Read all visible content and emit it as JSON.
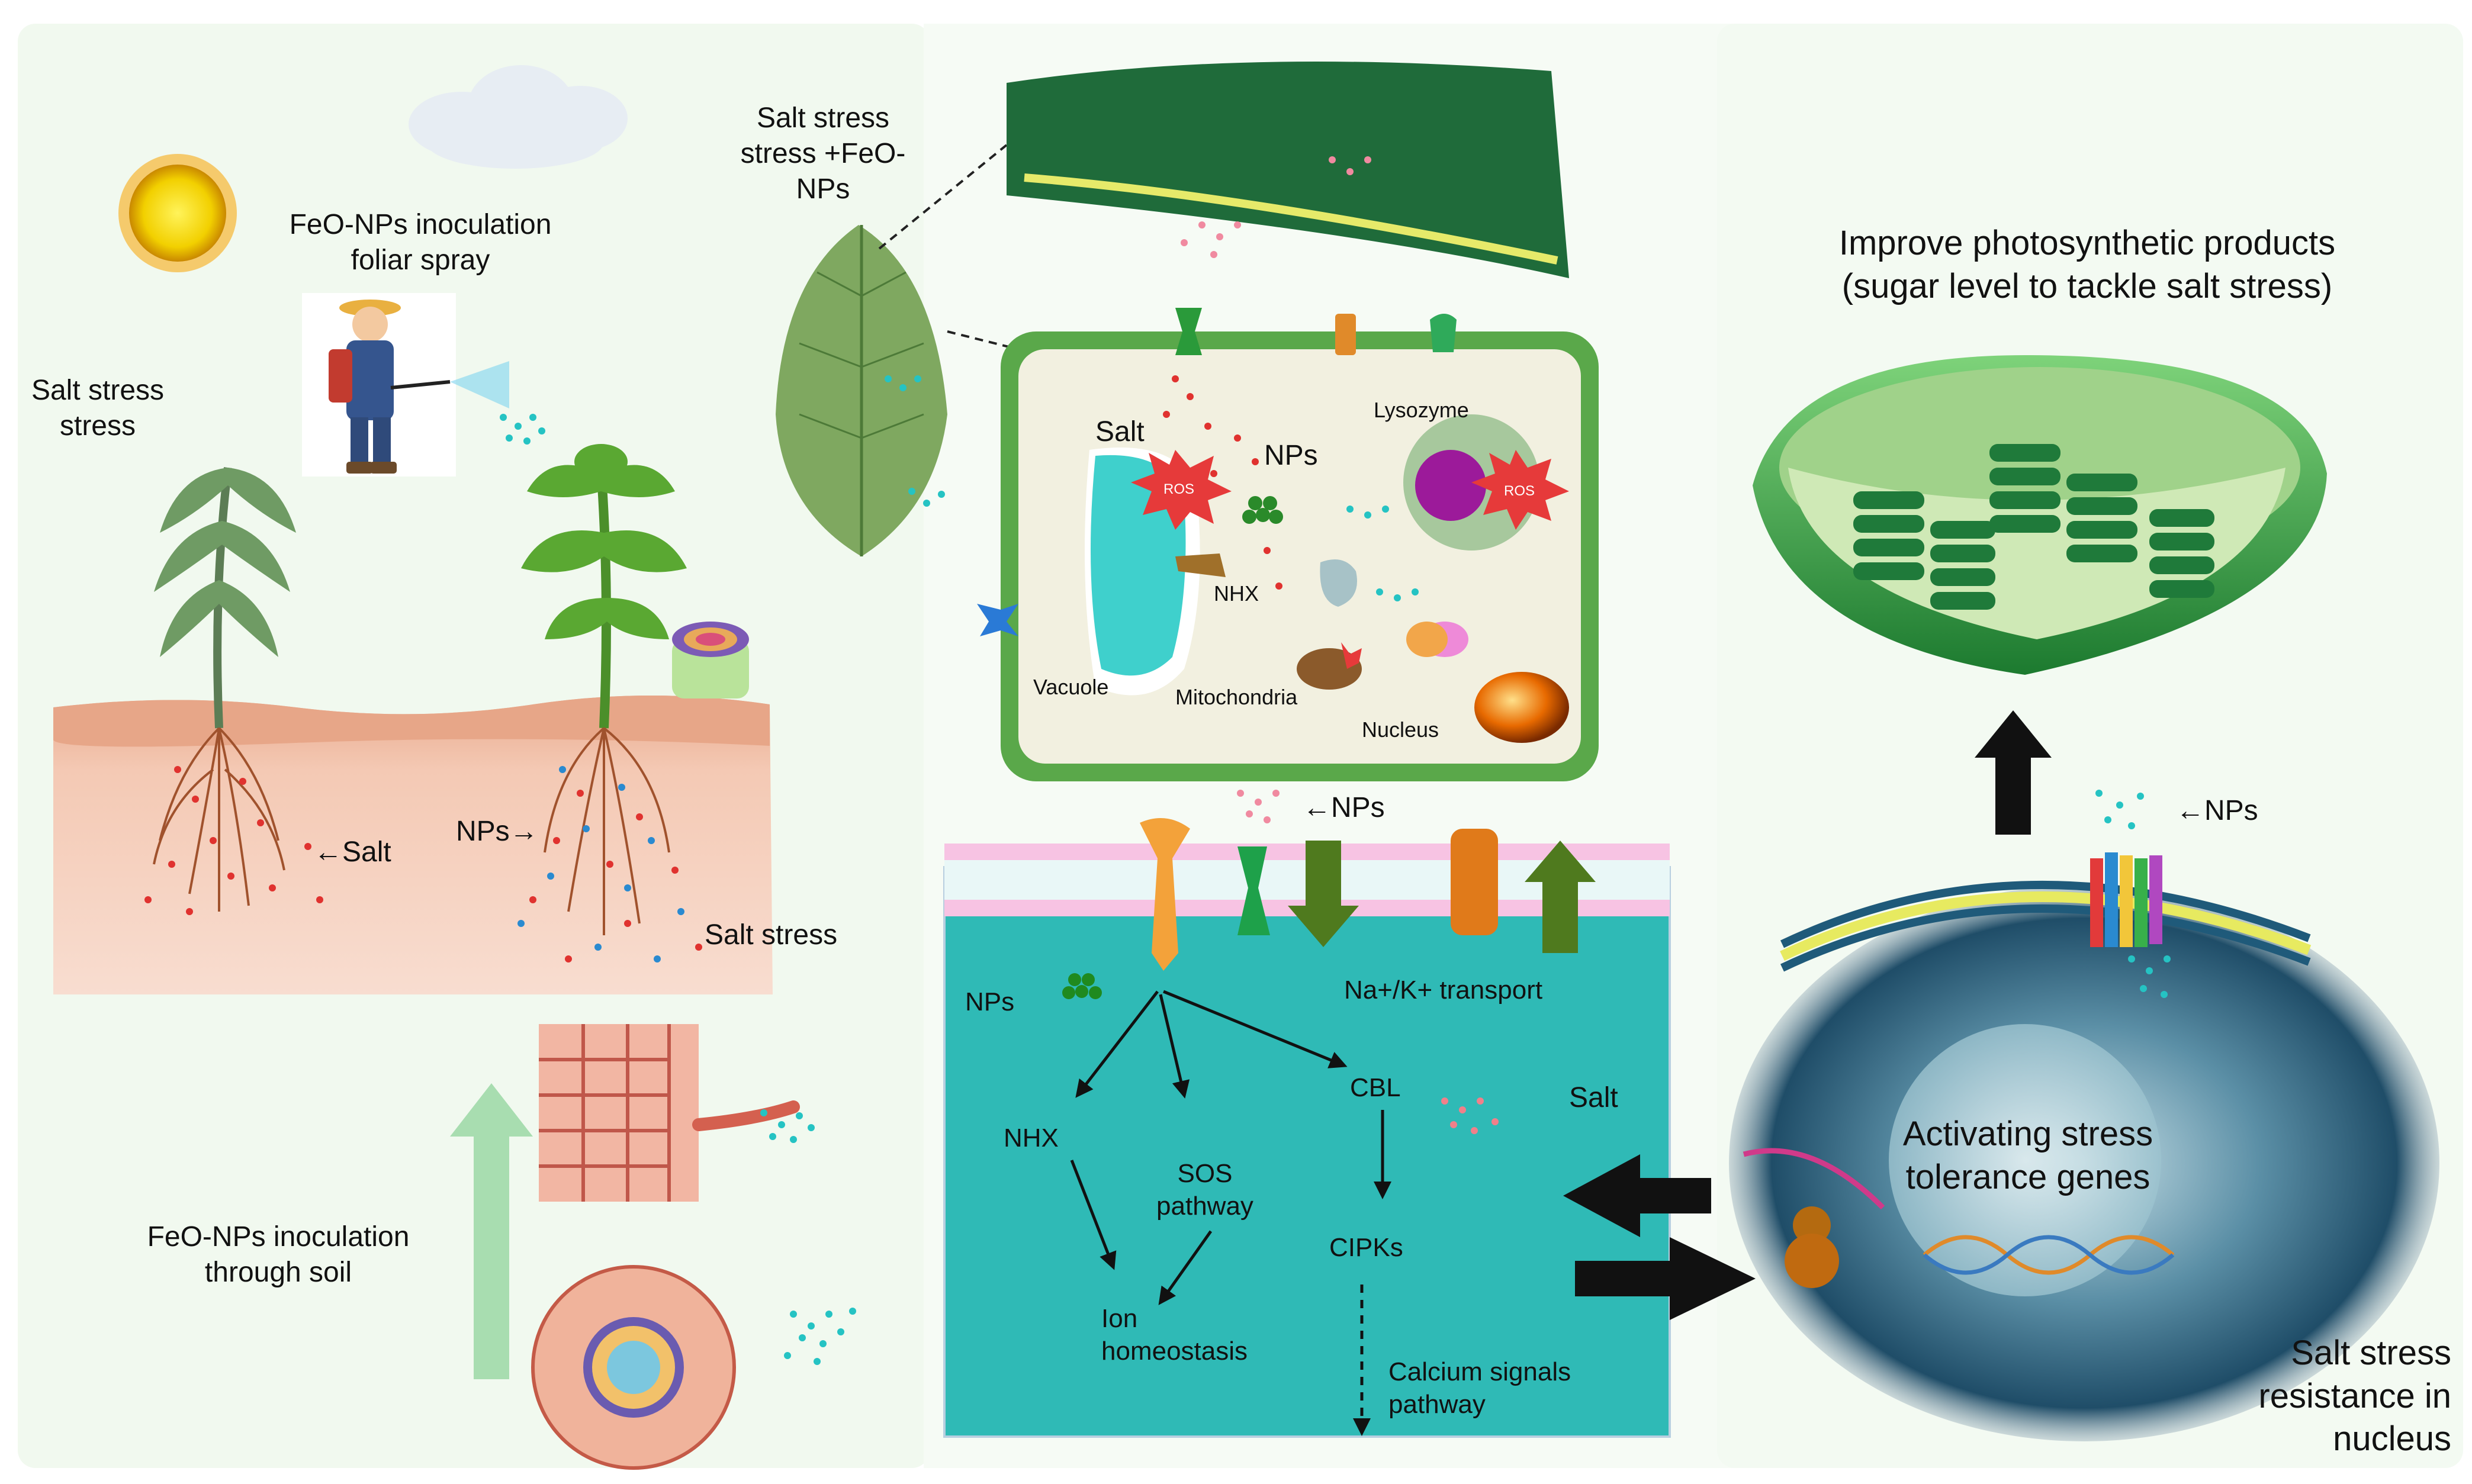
{
  "left_panel": {
    "foliar_spray": [
      "FeO-NPs inoculation",
      "foliar spray"
    ],
    "salt_stress_top": [
      "Salt stress",
      "stress"
    ],
    "salt_pointer": "←Salt",
    "nps_pointer": "NPs→",
    "salt_stress_soil": "Salt stress",
    "soil_inoculation": [
      "FeO-NPs inoculation",
      "through soil"
    ]
  },
  "leaf": {
    "label": [
      "Salt stress",
      "stress +FeO-",
      "NPs"
    ]
  },
  "cell": {
    "salt": "Salt",
    "nps": "NPs",
    "ros_1": "ROS",
    "ros_2": "ROS",
    "lysozyme": "Lysozyme",
    "nhx": "NHX",
    "vacuole": "Vacuole",
    "mitochondria": "Mitochondria",
    "nucleus": "Nucleus"
  },
  "membrane_panel": {
    "nps_arrow": "←NPs",
    "nps": "NPs",
    "transport": "Na+/K+ transport",
    "cbl": "CBL",
    "salt": "Salt",
    "nhx": "NHX",
    "sos": [
      "SOS",
      "pathway"
    ],
    "cipks": "CIPKs",
    "ion": [
      "Ion",
      "homeostasis"
    ],
    "calcium": [
      "Calcium signals",
      "pathway"
    ]
  },
  "right_panel": {
    "photosynthetic": [
      "Improve photosynthetic products",
      "(sugar level to tackle salt stress)"
    ],
    "nps_pointer": "←NPs",
    "genes": [
      "Activating stress",
      "tolerance genes"
    ],
    "resistance": [
      "Salt stress",
      "resistance in",
      "nucleus"
    ]
  },
  "colors": {
    "background": "#f4faf3",
    "cytoplasm": "#2fbab6",
    "leaf_green": "#2e7d32",
    "cell_wall": "#5aa84a",
    "soil": "#f3c7b2",
    "arrow": "#111111"
  }
}
